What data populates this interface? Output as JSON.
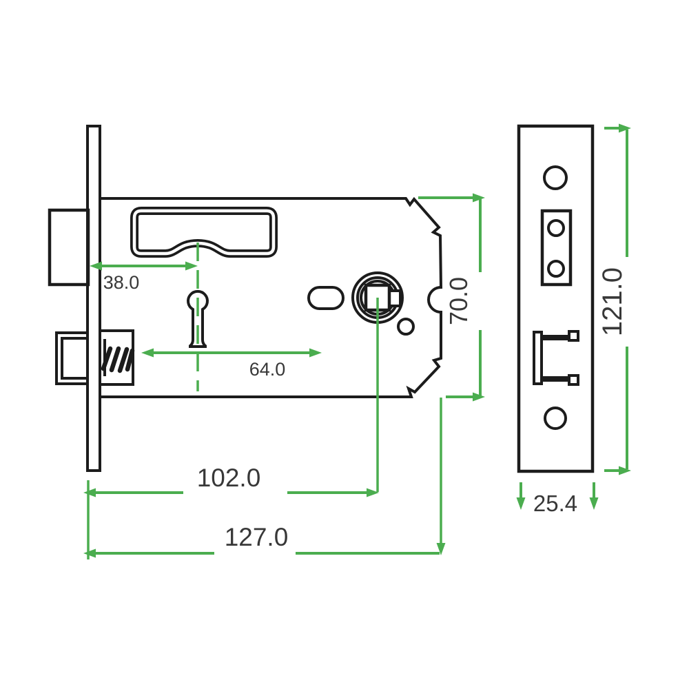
{
  "drawing": {
    "colors": {
      "accent_green": "#4bad4f",
      "line_black": "#1c1c1c",
      "text_gray": "#383838",
      "background": "#ffffff"
    },
    "dimensions": {
      "backset": "38.0",
      "keyhole_to_spindle": "64.0",
      "case_height": "70.0",
      "spindle_center_length": "102.0",
      "case_length": "127.0",
      "faceplate_height": "121.0",
      "faceplate_width": "25.4"
    }
  }
}
